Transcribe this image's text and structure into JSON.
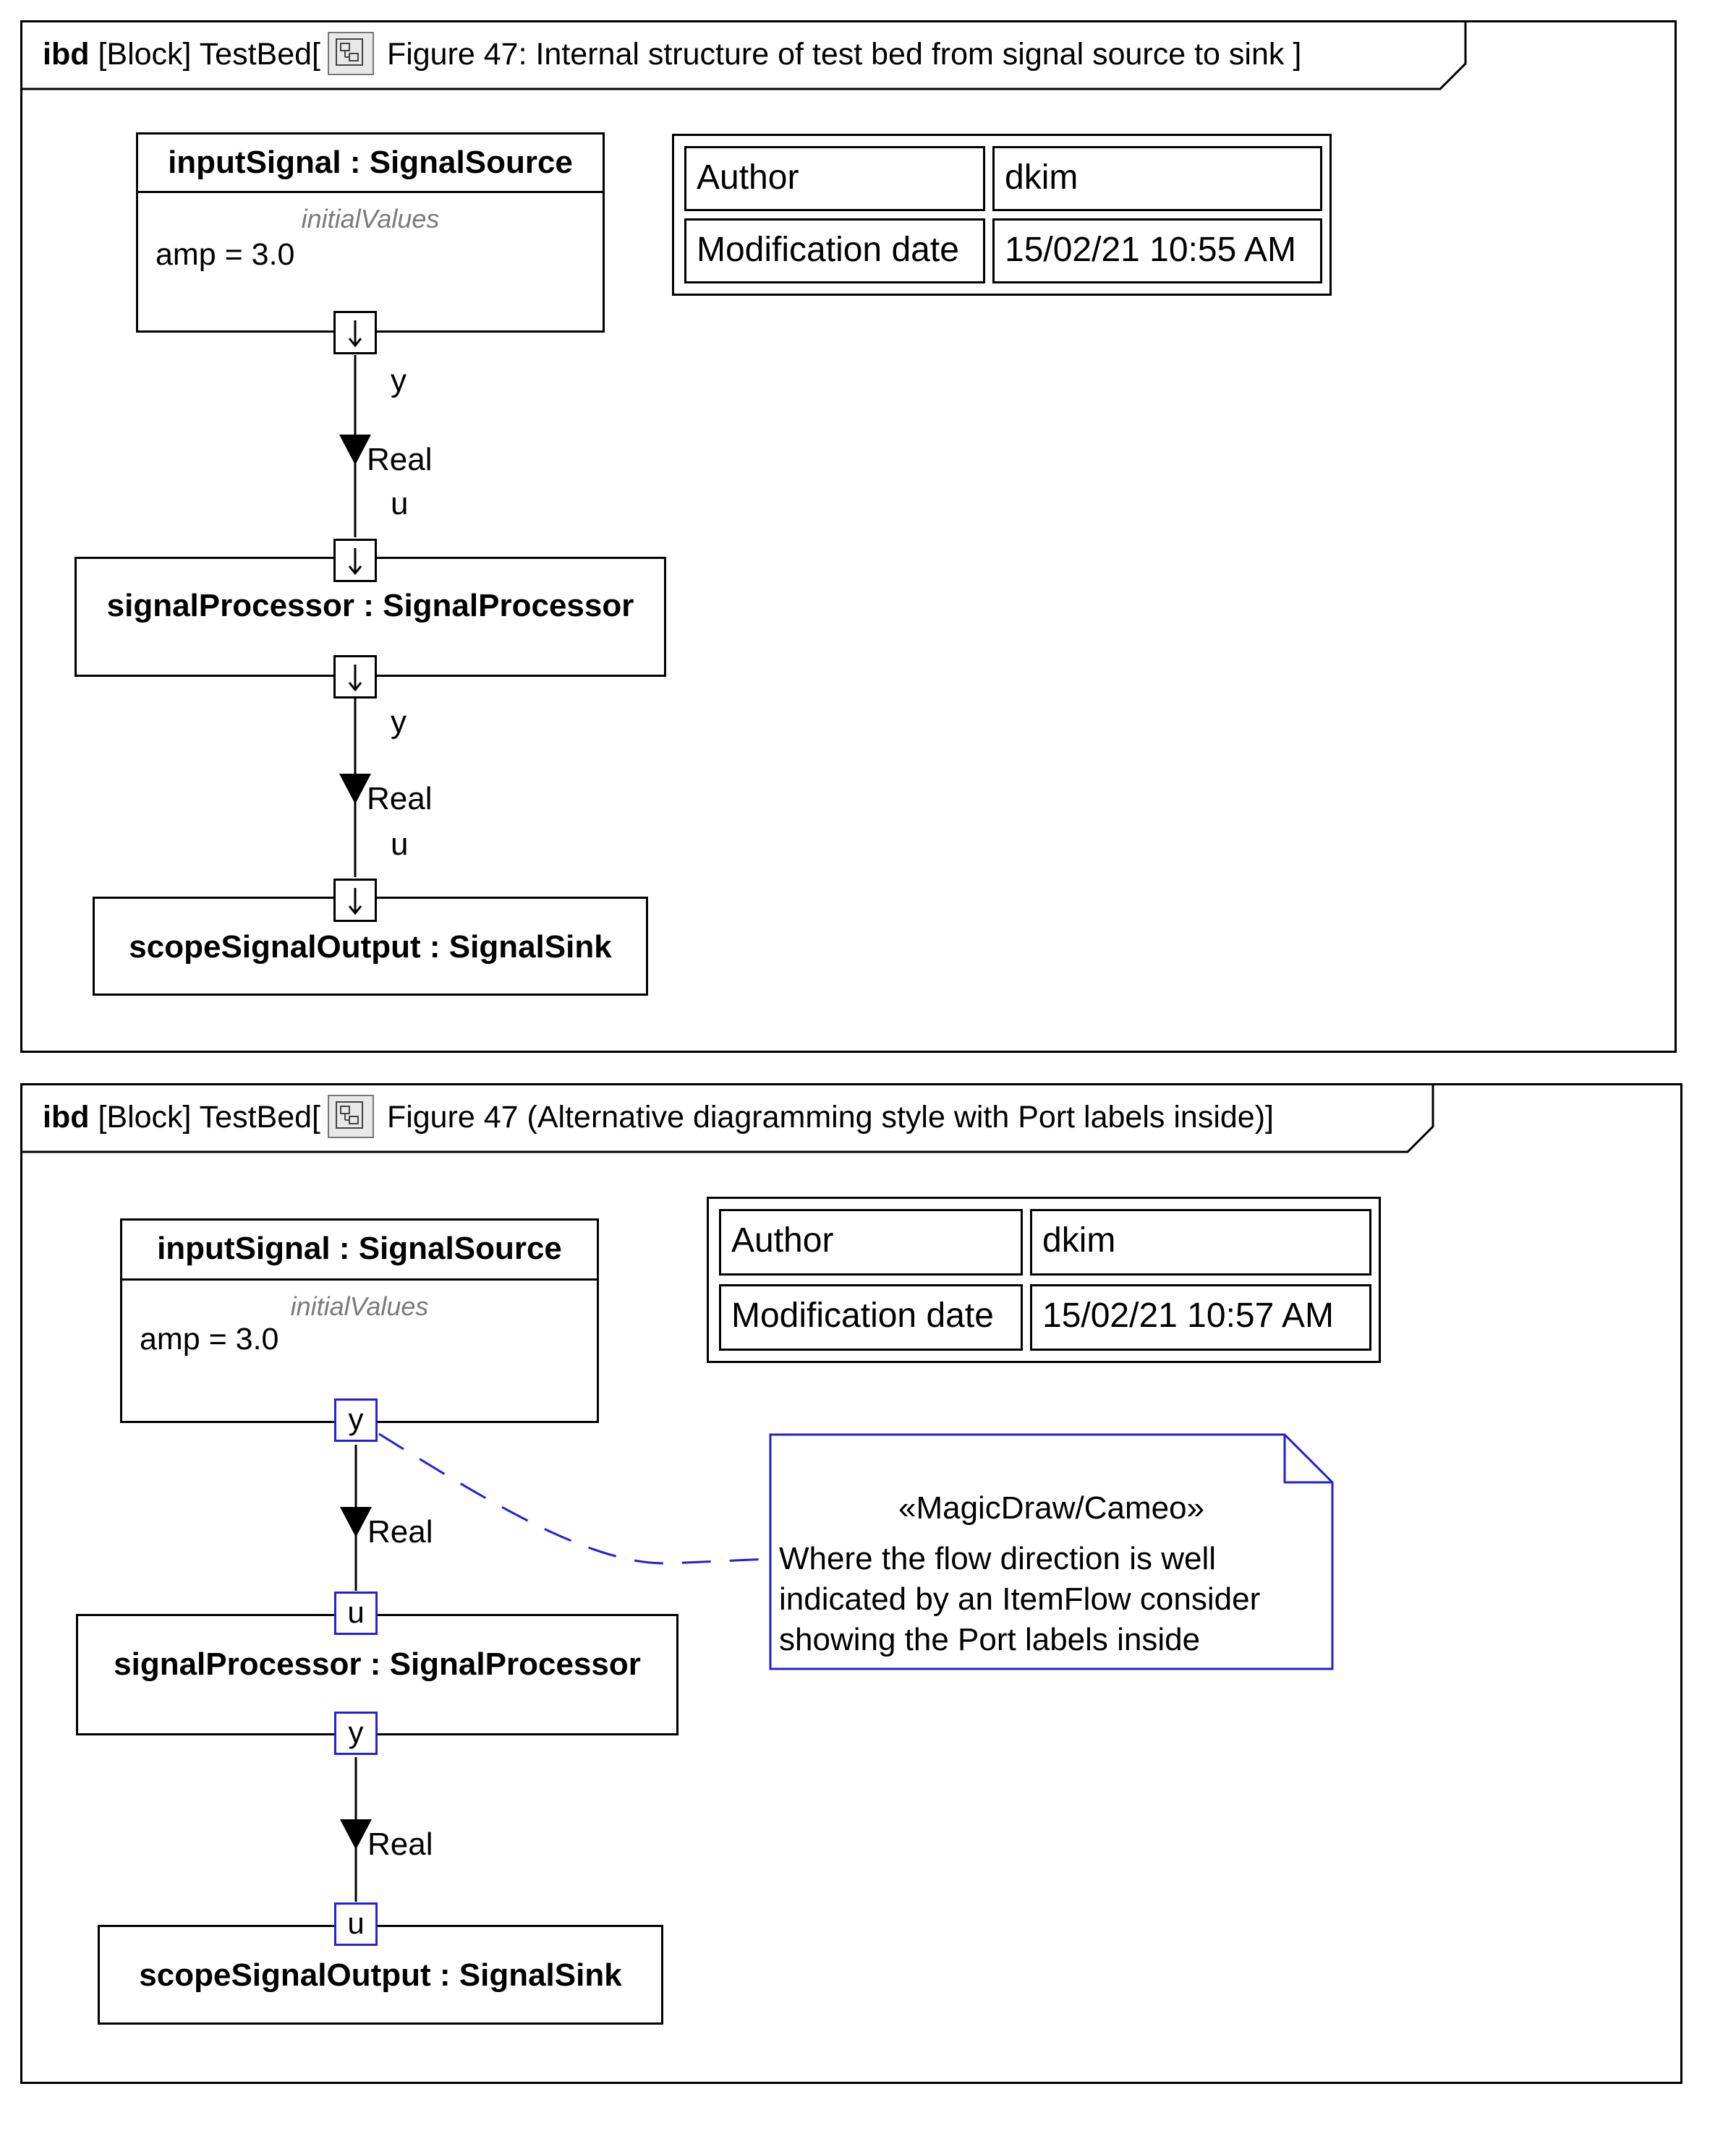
{
  "diagrams": [
    {
      "header": {
        "kind": "ibd",
        "type": "[Block]",
        "name": "TestBed",
        "bracket_open": "[",
        "title": "Figure 47: Internal structure of test bed from signal source to sink",
        "bracket_close": "]"
      },
      "info_table": {
        "rows": [
          {
            "key": "Author",
            "value": "dkim"
          },
          {
            "key": "Modification date",
            "value": "15/02/21 10:55 AM"
          }
        ]
      },
      "blocks": {
        "source": {
          "title": "inputSignal : SignalSource",
          "compartment": "initialValues",
          "attr": "amp = 3.0"
        },
        "processor": {
          "title": "signalProcessor : SignalProcessor"
        },
        "sink": {
          "title": "scopeSignalOutput : SignalSink"
        }
      },
      "flows": [
        {
          "from_port": "y",
          "item": "Real",
          "to_port": "u"
        },
        {
          "from_port": "y",
          "item": "Real",
          "to_port": "u"
        }
      ]
    },
    {
      "header": {
        "kind": "ibd",
        "type": "[Block]",
        "name": "TestBed",
        "bracket_open": "[",
        "title": "Figure 47 (Alternative diagramming style with Port labels inside)]"
      },
      "info_table": {
        "rows": [
          {
            "key": "Author",
            "value": "dkim"
          },
          {
            "key": "Modification date",
            "value": "15/02/21 10:57 AM"
          }
        ]
      },
      "blocks": {
        "source": {
          "title": "inputSignal : SignalSource",
          "compartment": "initialValues",
          "attr": "amp = 3.0"
        },
        "processor": {
          "title": "signalProcessor : SignalProcessor"
        },
        "sink": {
          "title": "scopeSignalOutput : SignalSink"
        }
      },
      "ports": {
        "source_out": "y",
        "processor_in": "u",
        "processor_out": "y",
        "sink_in": "u"
      },
      "flows": [
        {
          "item": "Real"
        },
        {
          "item": "Real"
        }
      ],
      "note": {
        "stereotype": "«MagicDraw/Cameo»",
        "lines": [
          "Where the flow direction is well",
          "indicated by an ItemFlow consider",
          "showing the Port labels inside"
        ]
      }
    }
  ],
  "colors": {
    "line": "#000000",
    "note_border": "#2020dd",
    "compartment_label": "#7a7a7a"
  }
}
